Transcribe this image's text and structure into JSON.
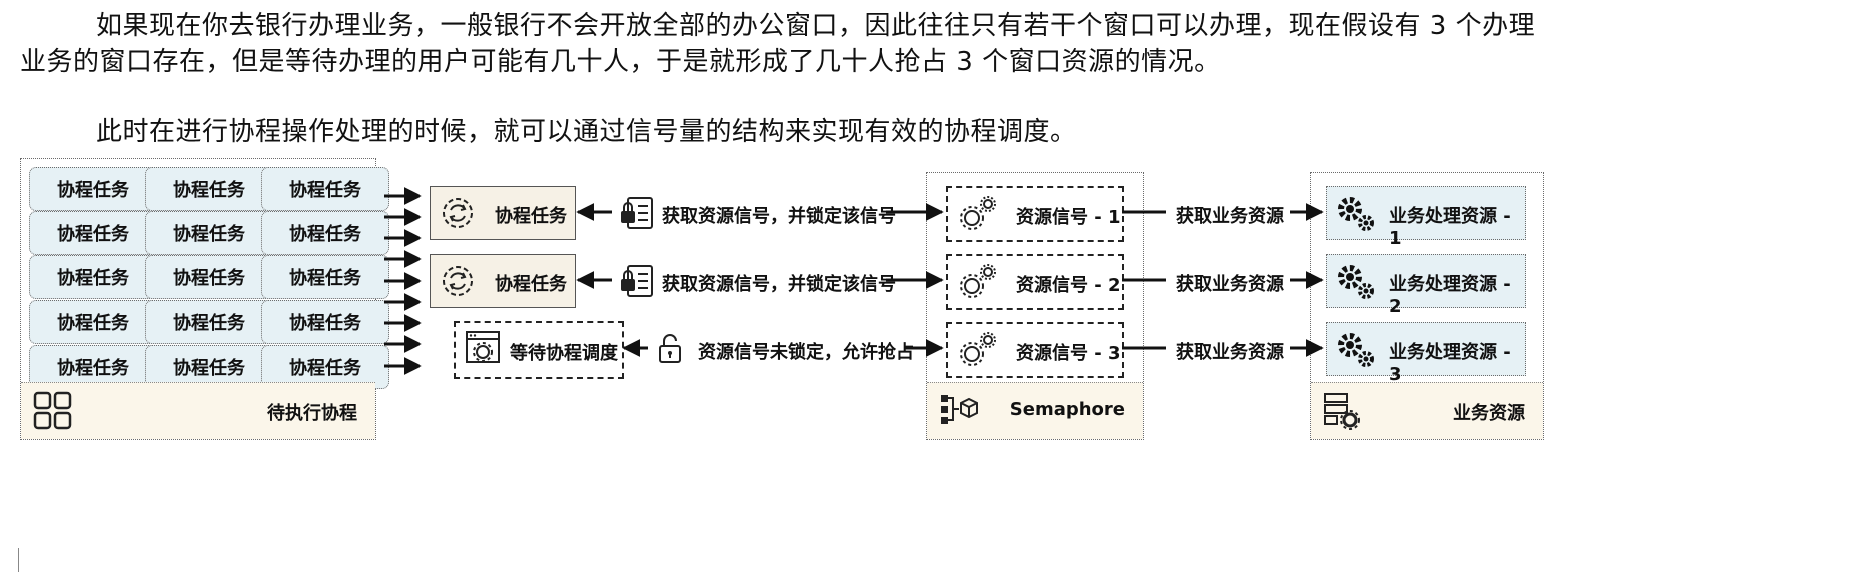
{
  "text": {
    "paragraph1_line1": "如果现在你去银行办理业务，一般银行不会开放全部的办公窗口，因此往往只有若干个窗口可以办理，现在假设有 3 个办理",
    "paragraph1_line2": "业务的窗口存在，但是等待办理的用户可能有几十人，于是就形成了几十人抢占 3 个窗口资源的情况。",
    "paragraph2": "此时在进行协程操作处理的时候，就可以通过信号量的结构来实现有效的协程调度。"
  },
  "diagram": {
    "queue_panel": {
      "label": "待执行协程",
      "task_label": "协程任务",
      "tasks": [
        "协程任务",
        "协程任务",
        "协程任务",
        "协程任务",
        "协程任务",
        "协程任务",
        "协程任务",
        "协程任务",
        "协程任务",
        "协程任务",
        "协程任务",
        "协程任务",
        "协程任务",
        "协程任务",
        "协程任务"
      ]
    },
    "active_tasks": [
      {
        "label": "协程任务",
        "edge": "获取资源信号，并锁定该信号"
      },
      {
        "label": "协程任务",
        "edge": "获取资源信号，并锁定该信号"
      }
    ],
    "waiting": {
      "label": "等待协程调度",
      "edge": "资源信号未锁定，允许抢占"
    },
    "semaphore_panel": {
      "label": "Semaphore",
      "signals": [
        "资源信号 - 1",
        "资源信号 - 2",
        "资源信号 - 3"
      ]
    },
    "acquire_label": "获取业务资源",
    "resource_panel": {
      "label": "业务资源",
      "resources": [
        "业务处理资源 - 1",
        "业务处理资源 - 2",
        "业务处理资源 - 3"
      ]
    }
  }
}
